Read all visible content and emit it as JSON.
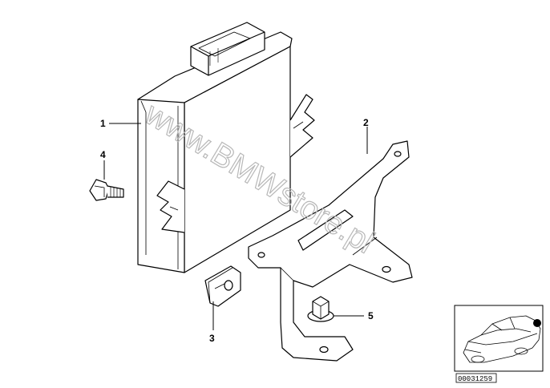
{
  "callouts": [
    {
      "number": "1",
      "part": "control unit"
    },
    {
      "number": "2",
      "part": "bracket"
    },
    {
      "number": "3",
      "part": "clip nut"
    },
    {
      "number": "4",
      "part": "bolt"
    },
    {
      "number": "5",
      "part": "nut"
    }
  ],
  "watermark": "www.BMWstore.pl",
  "inset": {
    "code": "00031259"
  }
}
